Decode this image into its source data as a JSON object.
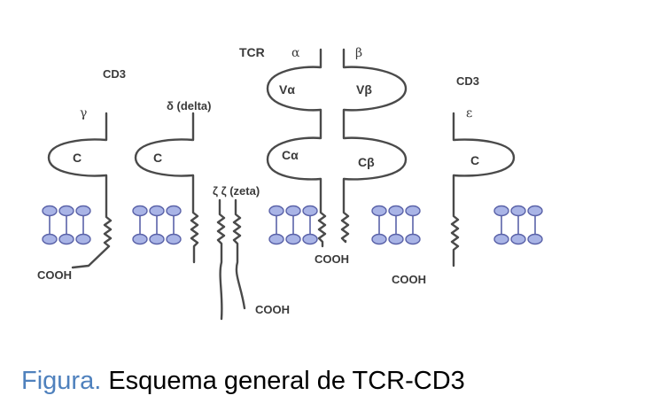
{
  "caption": {
    "prefix": "Figura.",
    "text": "Esquema general de TCR-CD3"
  },
  "labels": {
    "tcr": "TCR",
    "alpha": "α",
    "beta": "β",
    "cd3_left": "CD3",
    "cd3_right": "CD3",
    "gamma": "γ",
    "delta": "δ (delta)",
    "zeta": "ζ ζ (zeta)",
    "epsilon": "ε"
  },
  "domains": {
    "gamma_c": "C",
    "delta_c": "C",
    "epsilon_c": "C",
    "v_alpha": "Vα",
    "v_beta": "Vβ",
    "c_alpha": "Cα",
    "c_beta": "Cβ"
  },
  "termini": {
    "gamma": "COOH",
    "zeta": "COOH",
    "tcr": "COOH",
    "epsilon": "COOH"
  },
  "colors": {
    "lipid": "#a9b4e6",
    "caption_prefix": "#4f81bd"
  }
}
